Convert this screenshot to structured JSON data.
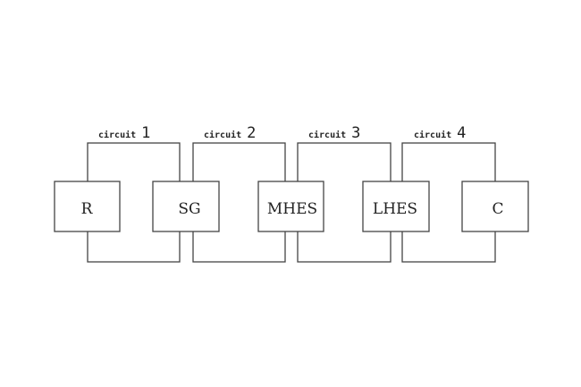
{
  "boxes": [
    {
      "label": "R"
    },
    {
      "label": "SG"
    },
    {
      "label": "MHES"
    },
    {
      "label": "LHES"
    },
    {
      "label": "C"
    }
  ],
  "circuits": [
    {
      "word": "circuit",
      "number": "1"
    },
    {
      "word": "circuit",
      "number": "2"
    },
    {
      "word": "circuit",
      "number": "3"
    },
    {
      "word": "circuit",
      "number": "4"
    }
  ]
}
